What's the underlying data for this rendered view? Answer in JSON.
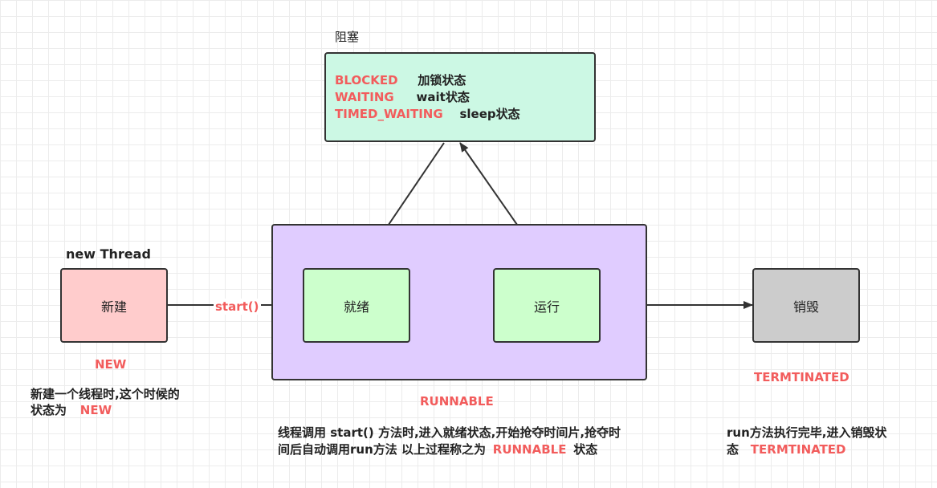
{
  "colors": {
    "accent_red": "#f25c5c",
    "blocked_fill": "#ccf8e4",
    "runnable_fill": "#e0ccff",
    "state_fill": "#ccffcc",
    "new_fill": "#ffcccc",
    "terminated_fill": "#cccccc"
  },
  "blocked": {
    "title": "阻塞",
    "rows": [
      {
        "state": "BLOCKED",
        "desc": "加锁状态"
      },
      {
        "state": "WAITING",
        "desc": "wait状态"
      },
      {
        "state": "TIMED_WAITING",
        "desc": "sleep状态"
      }
    ]
  },
  "new_state": {
    "caption": "new Thread",
    "label": "新建",
    "state_name": "NEW",
    "note_line1": "新建一个线程时,这个时候的",
    "note_line2": "状态为",
    "note_state": "NEW"
  },
  "start_call": "start()",
  "runnable": {
    "ready_label": "就绪",
    "running_label": "运行",
    "state_name": "RUNNABLE",
    "note_line1": "线程调用 start() 方法时,进入就绪状态,开始抢夺时间片,抢夺时",
    "note_line2": "间后自动调用run方法 以上过程称之为",
    "note_state": "RUNNABLE",
    "note_tail": "状态"
  },
  "terminated": {
    "label": "销毁",
    "state_name": "TERMTINATED",
    "note_line1": "run方法执行完毕,进入销毁状",
    "note_line2": "态",
    "note_state": "TERMTINATED"
  }
}
